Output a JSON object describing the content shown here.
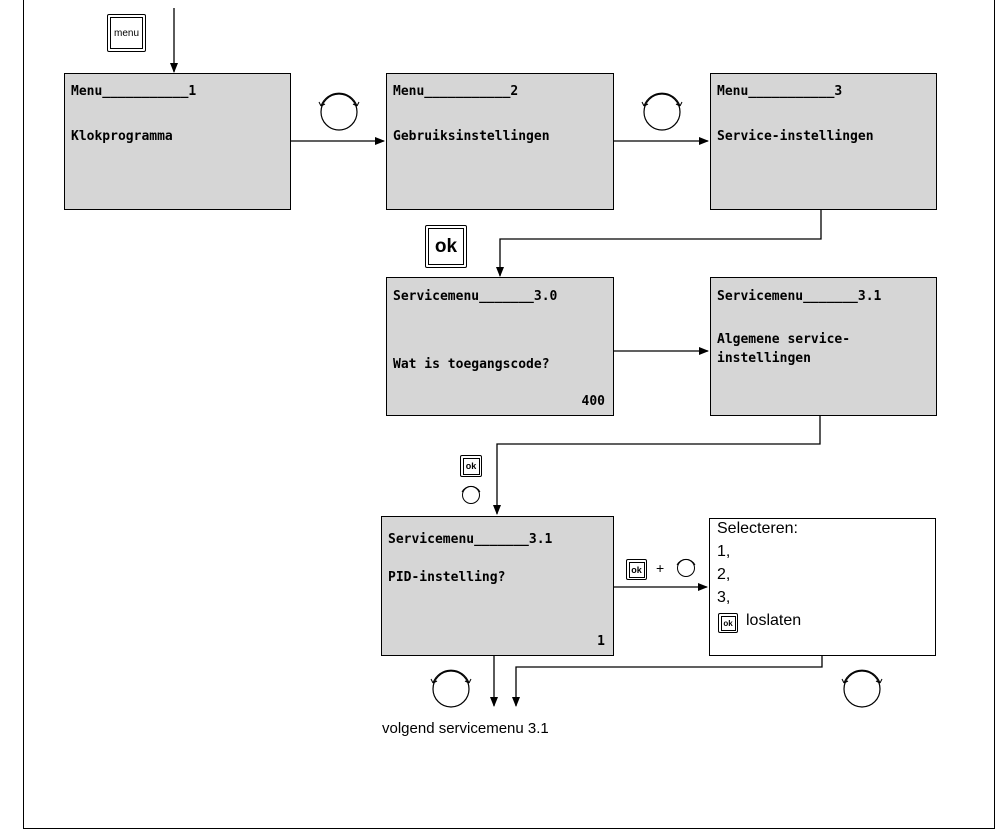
{
  "keys": {
    "menu_label": "menu",
    "ok_label": "ok"
  },
  "screens": {
    "menu1": {
      "line1": "Menu___________1",
      "line2": "Klokprogramma"
    },
    "menu2": {
      "line1": "Menu___________2",
      "line2": "Gebruiksinstellingen"
    },
    "menu3": {
      "line1": "Menu___________3",
      "line2": "Service-instellingen"
    },
    "service30": {
      "line1": "Servicemenu_______3.0",
      "line2": "Wat is toegangscode?",
      "value": "400"
    },
    "service31a": {
      "line1": "Servicemenu_______3.1",
      "line2": "Algemene service-",
      "line3": "instellingen"
    },
    "service31b": {
      "line1": "Servicemenu_______3.1",
      "line2": "PID-instelling?",
      "value": "1"
    }
  },
  "select_box": {
    "title": "Selecteren:",
    "options": [
      "1,",
      "2,",
      "3,"
    ],
    "release": "loslaten"
  },
  "plus_sign": "+",
  "footer": "volgend servicemenu 3.1",
  "icons": [
    "menu-key-icon",
    "ok-key-icon",
    "rotary-knob-icon",
    "arrow-icon"
  ]
}
